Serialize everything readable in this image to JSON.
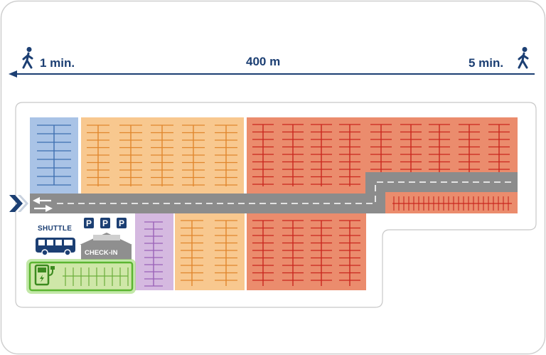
{
  "distance_bar": {
    "left_time": "1 min.",
    "distance": "400 m",
    "right_time": "5 min.",
    "left_icon": "walking-person-icon",
    "right_icon": "walking-person-icon",
    "arrow_direction": "left"
  },
  "facilities": {
    "shuttle_label": "SHUTTLE",
    "checkin_label": "CHECK-IN",
    "parking_signs": [
      "P",
      "P",
      "P"
    ],
    "ev_icon": "ev-charging-station-icon",
    "shuttle_icon": "shuttle-bus-icon",
    "entrance_icon": "entrance-chevron-icon"
  },
  "colors": {
    "navy": "#1c3f73",
    "blue_zone": "#a9c3e6",
    "orange_zone": "#f8c88f",
    "red_zone": "#eb8c6d",
    "purple_zone": "#d5b9e0",
    "ev_zone": "#cfe7a8",
    "ev_glow": "#5bb531",
    "road": "#8c8c8c"
  }
}
